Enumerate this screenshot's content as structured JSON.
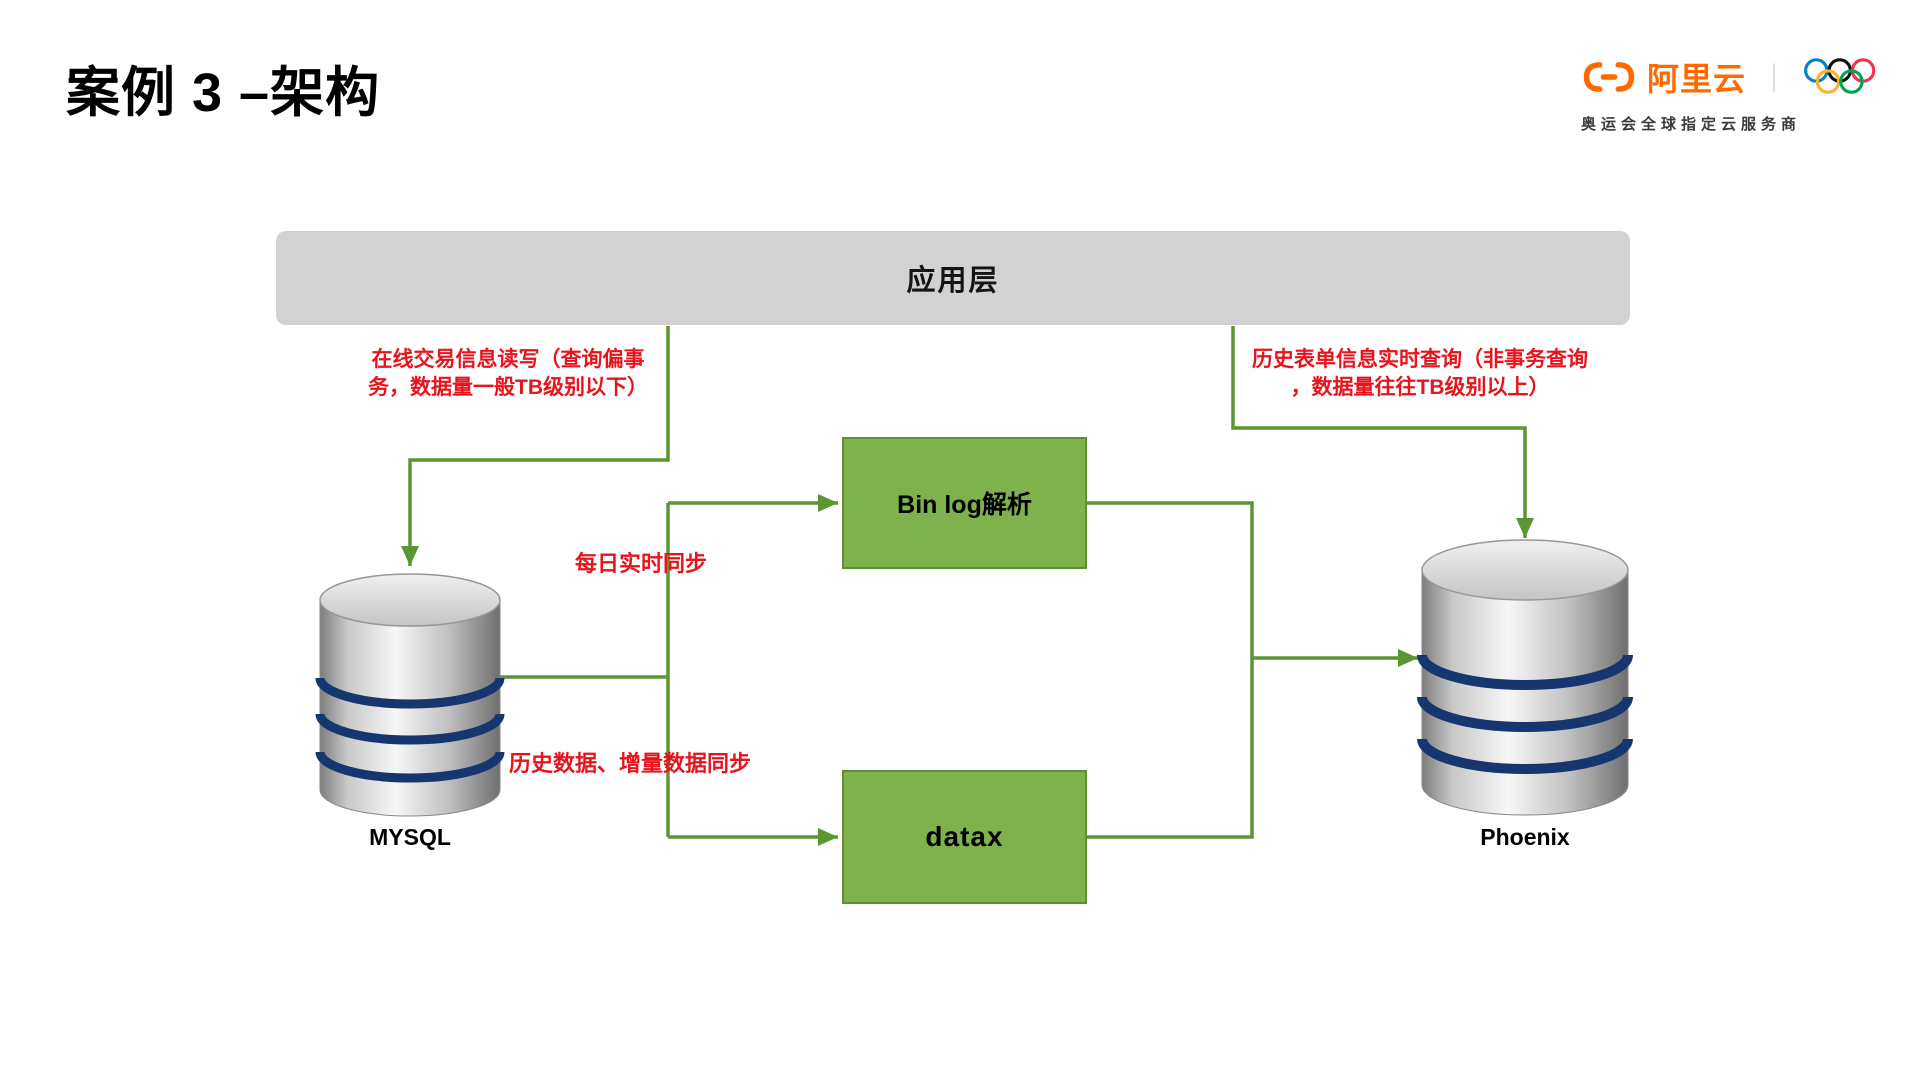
{
  "title": "案例 3 –架构",
  "brand": {
    "name": "阿里云",
    "divider": "｜",
    "tagline": "奥运会全球指定云服务商"
  },
  "diagram": {
    "app_layer_label": "应用层",
    "left_note": [
      "在线交易信息读写（查询偏事",
      "务，数据量一般TB级别以下）"
    ],
    "right_note": [
      "历史表单信息实时查询（非事务查询",
      "，数据量往往TB级别以上）"
    ],
    "nodes": {
      "binlog": "Bin log解析",
      "datax": "datax",
      "mysql": "MYSQL",
      "phoenix": "Phoenix"
    },
    "edge_labels": {
      "daily_sync": "每日实时同步",
      "history_sync": "历史数据、增量数据同步"
    }
  },
  "colors": {
    "line_green": "#5b9632",
    "box_green_fill": "#7db24c",
    "box_green_border": "#5f8f2e",
    "note_red": "#e8131d",
    "brand_orange": "#ff6a00",
    "bar_gray": "#d2d2d2",
    "cylinder_band_navy": "#16366f"
  }
}
